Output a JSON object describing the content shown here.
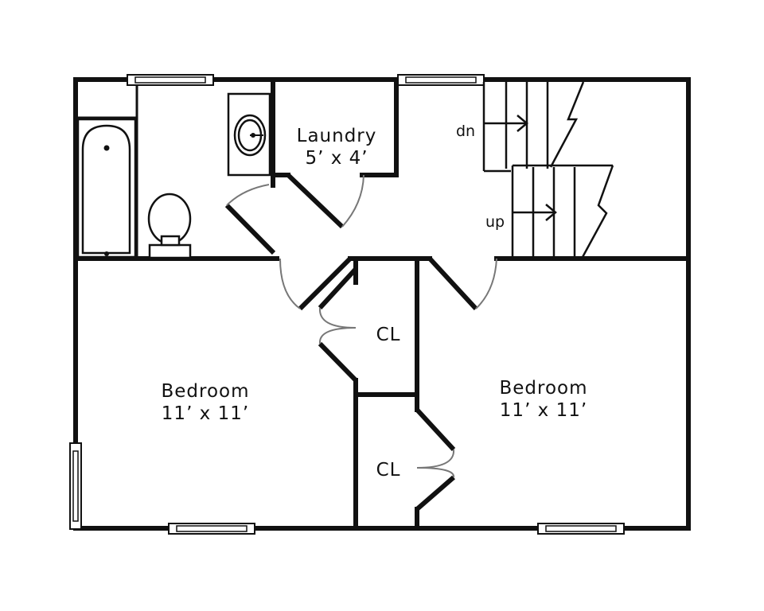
{
  "rooms": {
    "laundry": {
      "name": "Laundry",
      "size": "5’ x 4’"
    },
    "bedroom_left": {
      "name": "Bedroom",
      "size": "11’ x 11’"
    },
    "bedroom_right": {
      "name": "Bedroom",
      "size": "11’ x 11’"
    },
    "closet_upper": {
      "name": "CL"
    },
    "closet_lower": {
      "name": "CL"
    }
  },
  "stairs": {
    "down_label": "dn",
    "up_label": "up"
  }
}
